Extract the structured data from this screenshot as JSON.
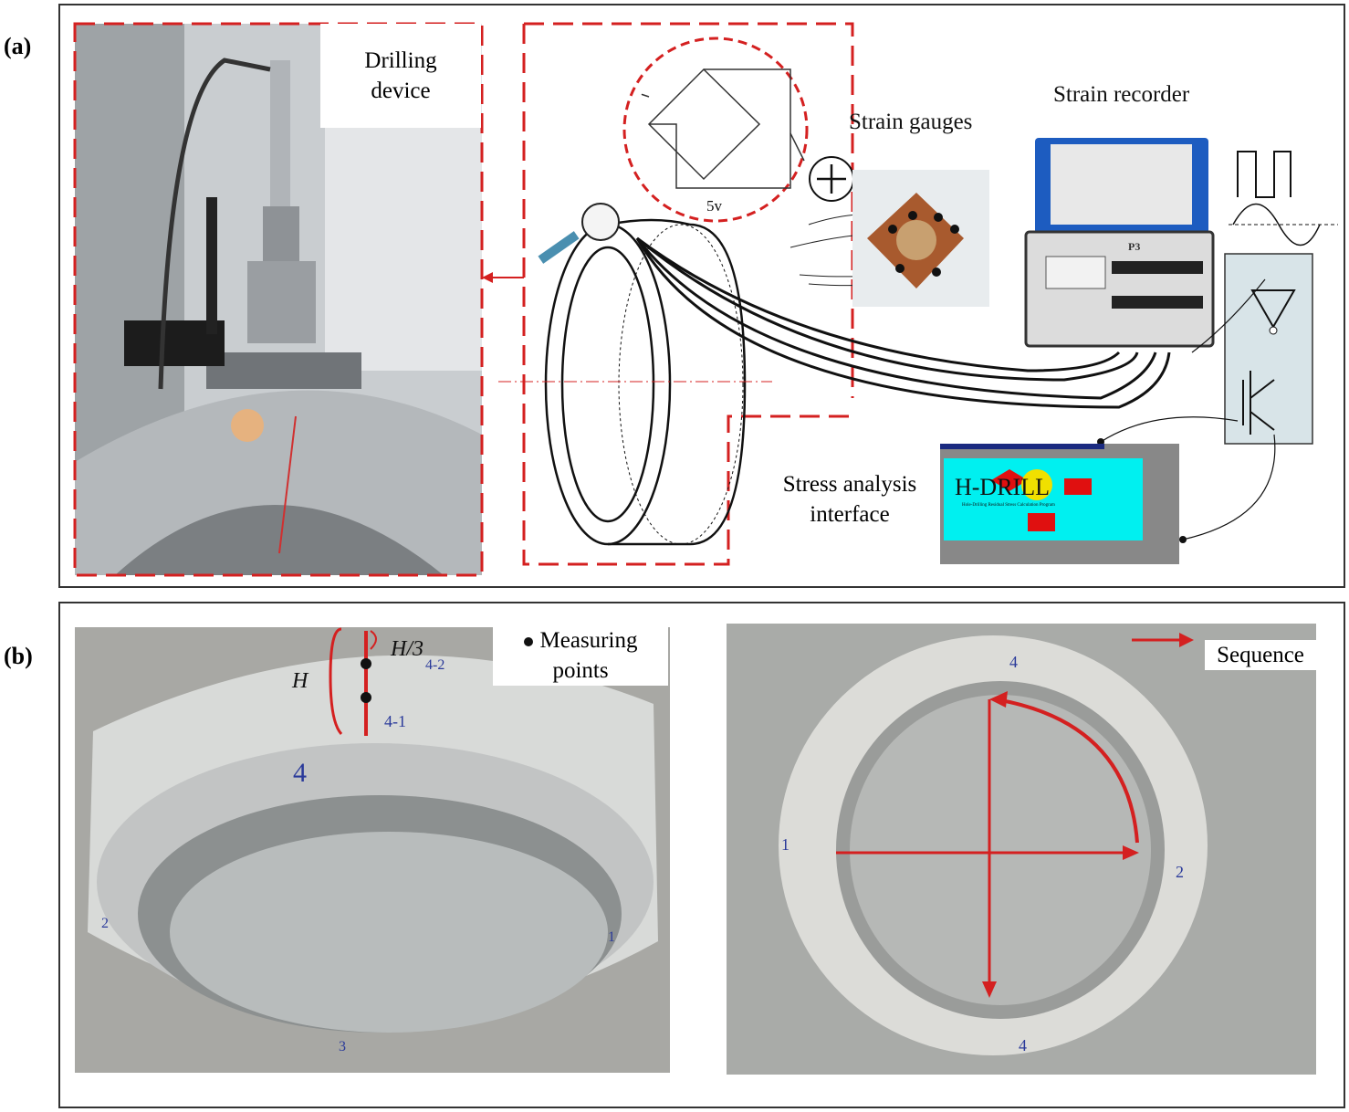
{
  "panel_a": {
    "label": "(a)",
    "drilling_device": [
      "Drilling",
      "device"
    ],
    "strain_gauges": "Strain gauges",
    "strain_recorder": "Strain recorder",
    "voltage": "5v",
    "stress_interface": [
      "Stress analysis",
      "interface"
    ],
    "software": {
      "title": "H-DRILL",
      "subtitle": "Hole-Drilling Residual Stress Calculation Program"
    },
    "recorder_model": "P3"
  },
  "panel_b": {
    "label": "(b)",
    "measuring_points": [
      "Measuring",
      "points"
    ],
    "height_label": "H",
    "third_label": "H/3",
    "sequence": "Sequence",
    "ring_marks_left": [
      "4-2",
      "4-1",
      "4",
      "2",
      "1",
      "3"
    ],
    "ring_marks_right": [
      "4",
      "1",
      "2",
      "4"
    ]
  },
  "colors": {
    "red": "#d42020",
    "frame": "#333333",
    "cyan": "#00f0f0"
  }
}
